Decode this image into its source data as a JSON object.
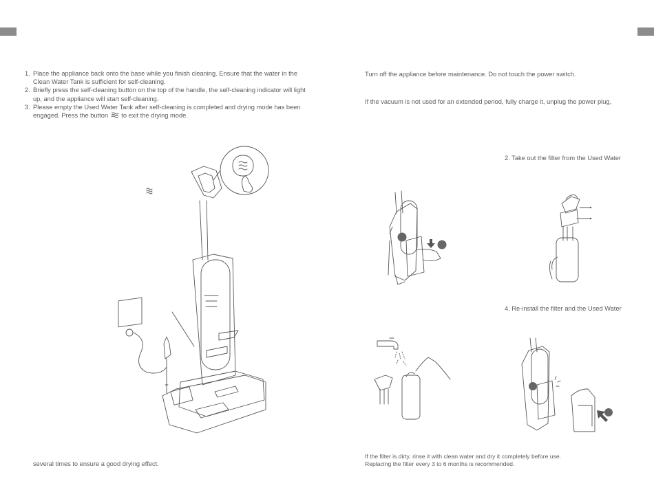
{
  "left_page": {
    "steps": [
      {
        "num": "1.",
        "text": "Place the appliance back onto the base while you finish cleaning. Ensure that the water in the Clean Water Tank is sufficient for self-cleaning."
      },
      {
        "num": "2.",
        "text": "Briefly press the self-cleaning button on the top of the handle, the self-cleaning indicator will light up, and the appliance will start self-cleaning."
      },
      {
        "num": "3.",
        "text_before": "Please empty the Used Water Tank after self-cleaning is completed and drying mode has been engaged. Press the button",
        "text_after": "to exit the drying mode."
      }
    ],
    "footer_note": "several times to ensure a good drying effect."
  },
  "right_page": {
    "warning": "Turn off the appliance before maintenance. Do not touch the power switch.",
    "storage_note": "If the vacuum is not used for an extended period, fully charge it, unplug the power plug,",
    "step2_label": "2. Take out the filter from the Used Water",
    "step4_label": "4. Re-install the filter and the Used Water",
    "filter_note_line1": "If the filter is dirty, rinse it with clean water and dry it completely before use.",
    "filter_note_line2": "Replacing the filter every 3 to 6 months is recommended."
  },
  "colors": {
    "text": "#5a5a5a",
    "line_art": "#555555",
    "tab": "#8c8c8c",
    "marker": "#666666"
  },
  "icons": [
    "self-cleaning-button-icon",
    "water-wave-icon",
    "arrow-down-icon",
    "arrow-up-left-icon"
  ]
}
